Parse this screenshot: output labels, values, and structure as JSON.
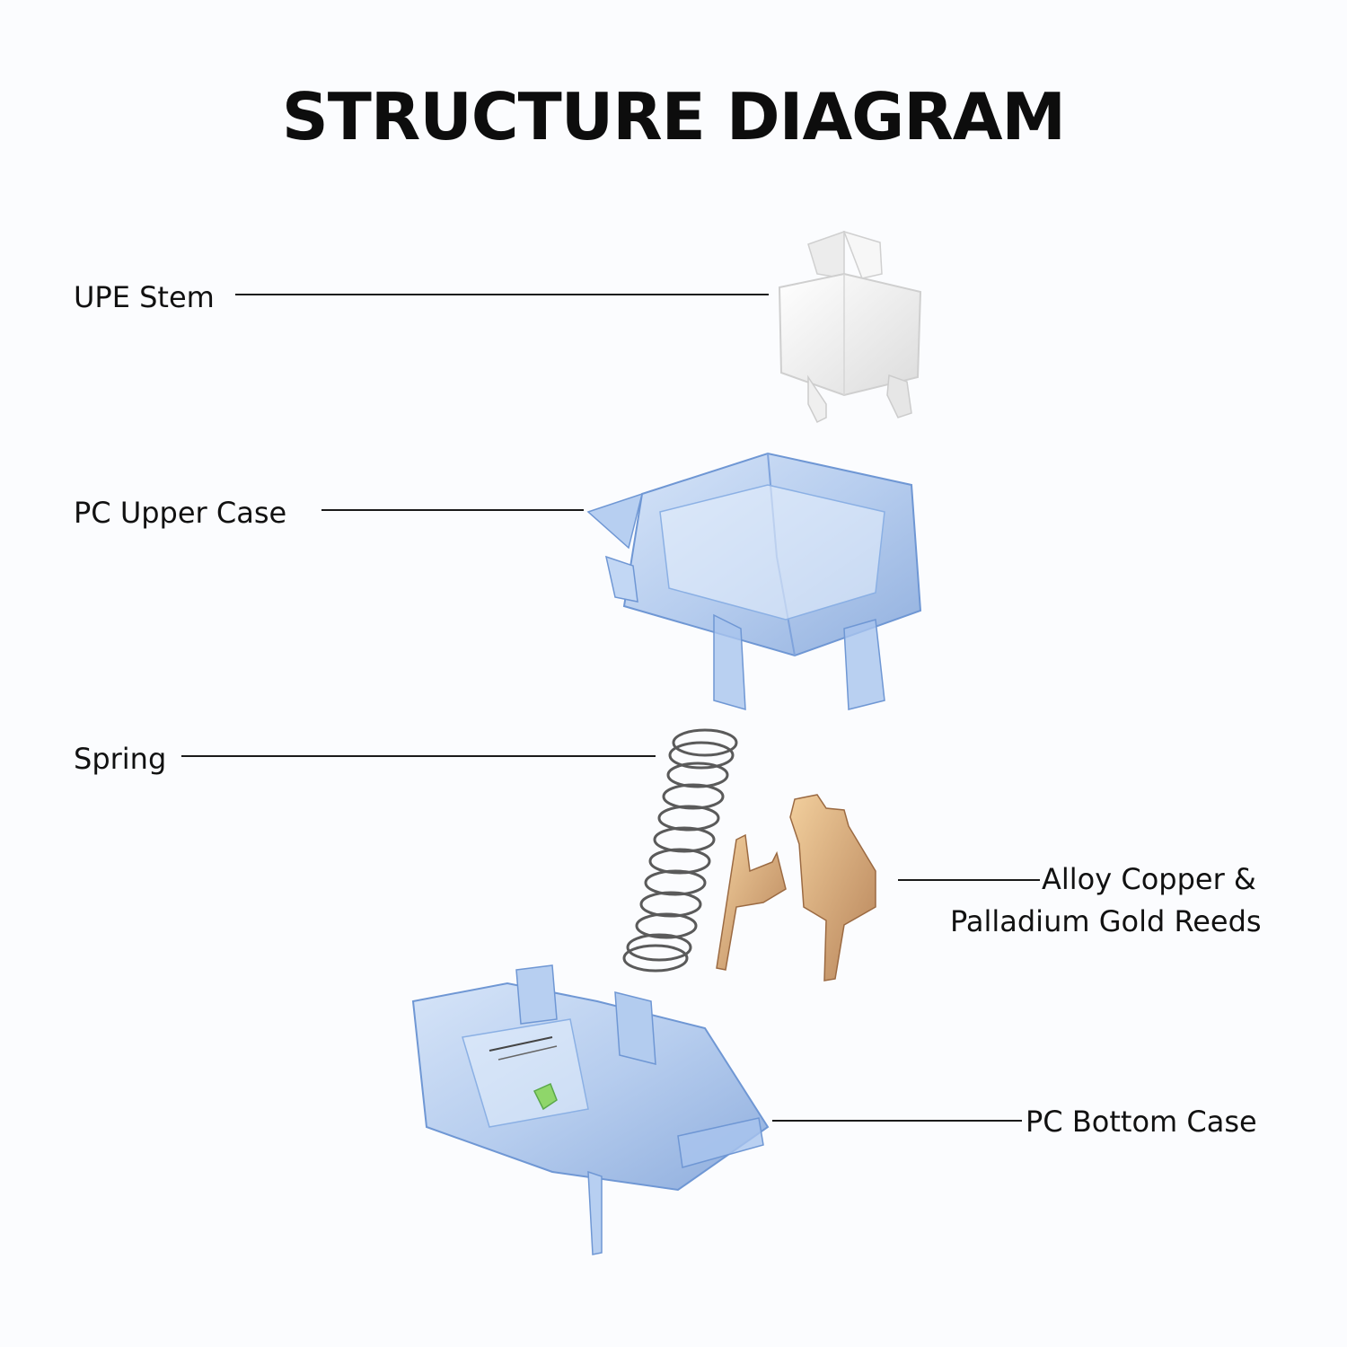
{
  "title": "STRUCTURE DIAGRAM",
  "labels": {
    "stem": "UPE Stem",
    "upper_case": "PC Upper Case",
    "spring": "Spring",
    "reeds_line1": "Alloy Copper &",
    "reeds_line2": "Palladium Gold Reeds",
    "bottom_case": "PC Bottom Case"
  },
  "colors": {
    "background": "#fbfcfe",
    "stem": "#f2f2f2",
    "case_blue": "#9fbde9",
    "case_blue_dark": "#6f97d4",
    "spring": "#5a5a5a",
    "reeds": "#d9a978",
    "accent_green": "#8fd66a"
  }
}
